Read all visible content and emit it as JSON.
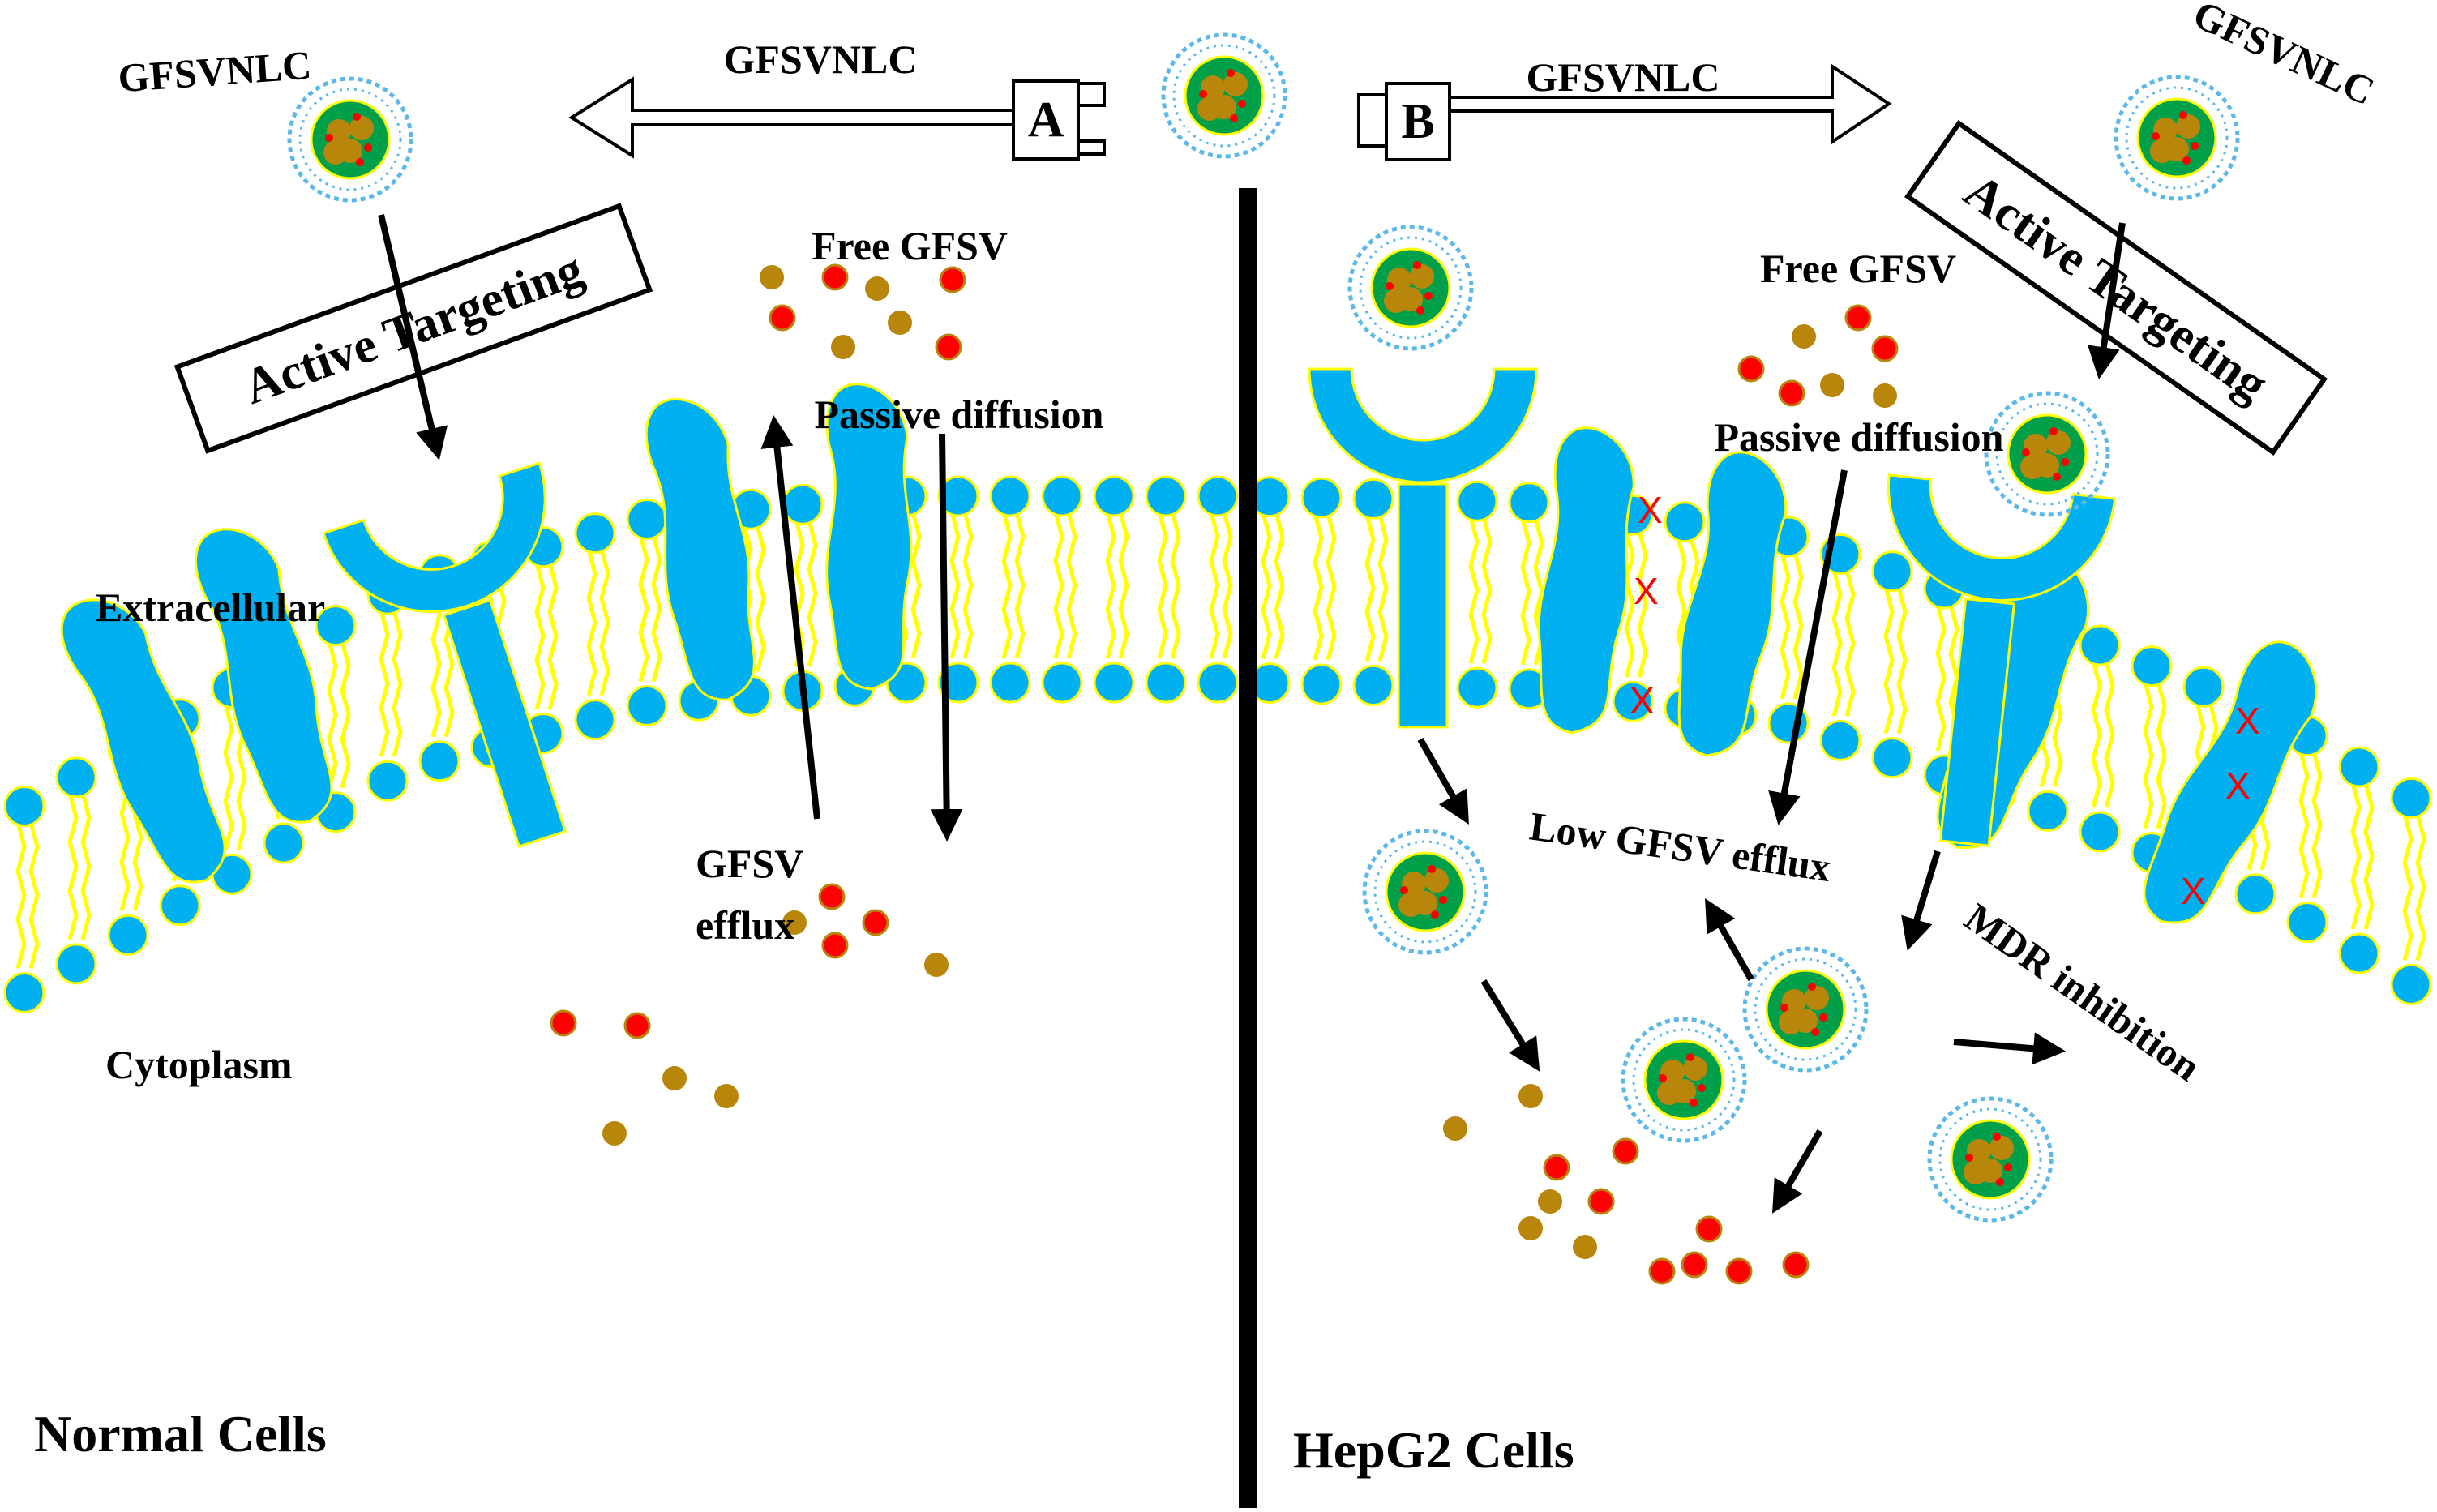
{
  "labels": {
    "panel_a": "A",
    "panel_b": "B",
    "arrow_left": "GFSVNLC",
    "arrow_right": "GFSVNLC",
    "gfsvnlc_left": "GFSVNLC",
    "gfsvnlc_right": "GFSVNLC",
    "active_targeting_left": "Active Targeting",
    "active_targeting_right": "Active Targeting",
    "free_gfsv_left": "Free GFSV",
    "free_gfsv_right": "Free GFSV",
    "passive_diffusion_left": "Passive diffusion",
    "passive_diffusion_right": "Passive diffusion",
    "extracellular": "Extracellular",
    "cytoplasm": "Cytoplasm",
    "efflux_line1": "GFSV",
    "efflux_line2": "efflux",
    "low_efflux": "Low GFSV efflux",
    "mdr_inhibition": "MDR inhibition",
    "normal_cells": "Normal Cells",
    "hepg2_cells": "HepG2 Cells",
    "blocked_mark": "X"
  },
  "colors": {
    "membrane_blue": "#00b0f0",
    "membrane_outline": "#ffff00",
    "tail_yellow": "#ffff00",
    "nanoparticle_core": "#00a04a",
    "nanoparticle_shell": "#5bb8e8",
    "drug_brown": "#b8860b",
    "drug_red": "#ff0000",
    "x_mark_red": "#ff0000"
  },
  "icons": {
    "nanoparticle": "gfsvnlc-nanoparticle-icon",
    "receptor": "y-shaped-receptor-icon",
    "channel": "membrane-channel-protein-icon",
    "drug": "gfsv-drug-particle-icon"
  }
}
